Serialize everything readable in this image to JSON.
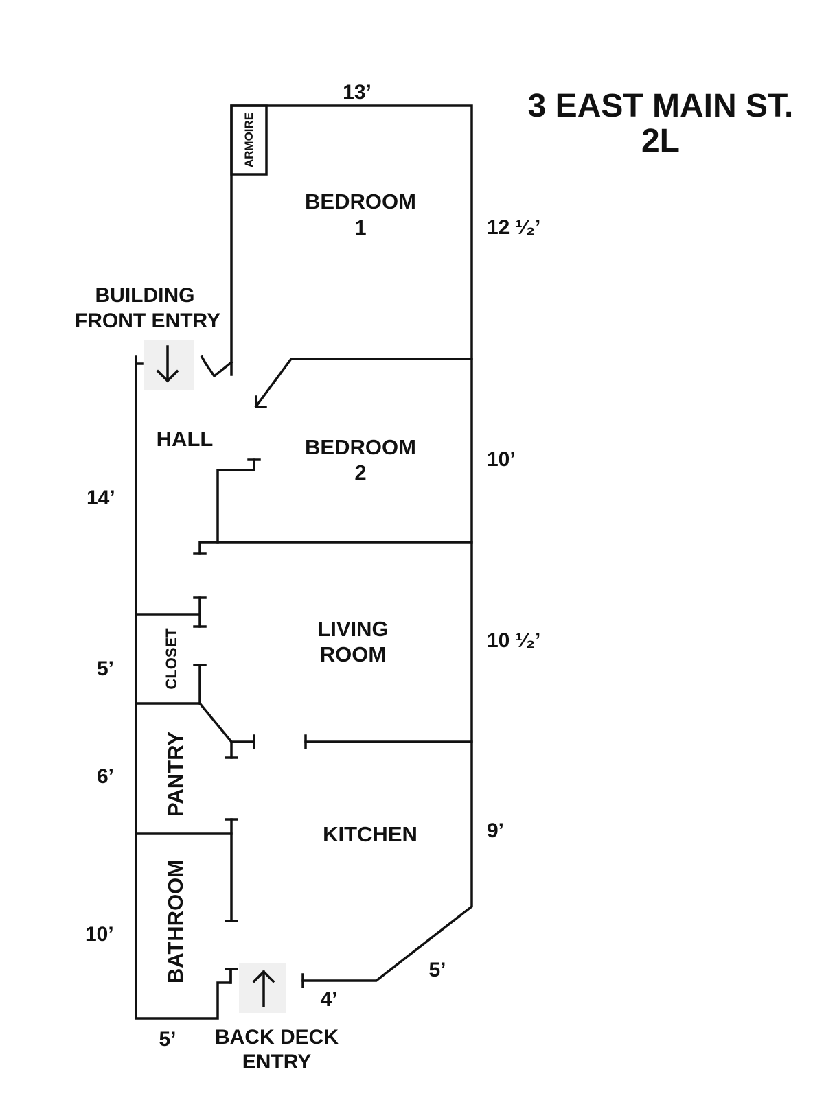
{
  "address": {
    "line1": "3 EAST MAIN ST.",
    "line2": "2L"
  },
  "rooms": {
    "bedroom1": {
      "line1": "BEDROOM",
      "line2": "1"
    },
    "bedroom2": {
      "line1": "BEDROOM",
      "line2": "2"
    },
    "hall": "HALL",
    "living_room": {
      "line1": "LIVING",
      "line2": "ROOM"
    },
    "kitchen": "KITCHEN",
    "closet": "CLOSET",
    "pantry": "PANTRY",
    "bathroom": "BATHROOM",
    "armoire": "ARMOIRE"
  },
  "entries": {
    "front": {
      "line1": "BUILDING",
      "line2": "FRONT ENTRY"
    },
    "back": {
      "line1": "BACK DECK",
      "line2": "ENTRY"
    }
  },
  "dimensions": {
    "top_width": "13’",
    "bedroom1_length": "12 ¹⁄₂’",
    "bedroom2_length": "10’",
    "living_room_length": "10 ¹⁄₂’",
    "kitchen_length": "9’",
    "hall_length": "14’",
    "closet_length": "5’",
    "pantry_length": "6’",
    "bathroom_length": "10’",
    "bathroom_width": "5’",
    "back_wall": "4’",
    "angled_wall": "5’"
  },
  "icons": {
    "front_entry_arrow": "down-arrow-icon",
    "back_entry_arrow": "up-arrow-icon"
  }
}
